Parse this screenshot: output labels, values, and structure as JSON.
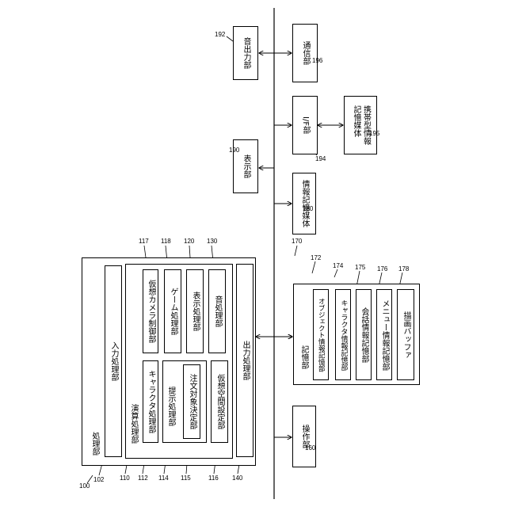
{
  "blocks": {
    "processing": {
      "label": "処理部",
      "num": "100"
    },
    "input_proc": {
      "label": "入力処理部",
      "num": "102"
    },
    "calc": {
      "label": "演算処理部",
      "num": "110"
    },
    "character": {
      "label": "キャラクタ処理部",
      "num": "112"
    },
    "presentation": {
      "label": "提示処理部",
      "num": "114"
    },
    "order_target": {
      "label": "注文対象決定部",
      "num": "115"
    },
    "virtual_space": {
      "label": "仮想空間設定部",
      "num": "116"
    },
    "virtual_camera": {
      "label": "仮想カメラ制御部",
      "num": "117"
    },
    "game": {
      "label": "ゲーム処理部",
      "num": "118"
    },
    "display_proc": {
      "label": "表示処理部",
      "num": "120"
    },
    "sound_proc": {
      "label": "音処理部",
      "num": "130"
    },
    "output_proc": {
      "label": "出力処理部",
      "num": "140"
    },
    "operation": {
      "label": "操作部",
      "num": "160"
    },
    "storage": {
      "label": "記憶部",
      "num": "170"
    },
    "object_info": {
      "label": "オブジェクト情報記憶部",
      "num": "172"
    },
    "char_info": {
      "label": "キャラクタ情報記憶部",
      "num": "174"
    },
    "conversation_info": {
      "label": "会話情報記憶部",
      "num": "175"
    },
    "menu_info": {
      "label": "メニュー情報記憶部",
      "num": "176"
    },
    "draw_buffer": {
      "label": "描画バッファ",
      "num": "178"
    },
    "info_medium": {
      "label": "情報記憶媒体",
      "num": "180"
    },
    "display": {
      "label": "表示部",
      "num": "190"
    },
    "sound_out": {
      "label": "音出力部",
      "num": "192"
    },
    "if_unit": {
      "label": "I/F部",
      "num": "194"
    },
    "portable_medium": {
      "label": "携帯型情報記憶媒体",
      "num": "195"
    },
    "comm": {
      "label": "通信部",
      "num": "196"
    }
  }
}
